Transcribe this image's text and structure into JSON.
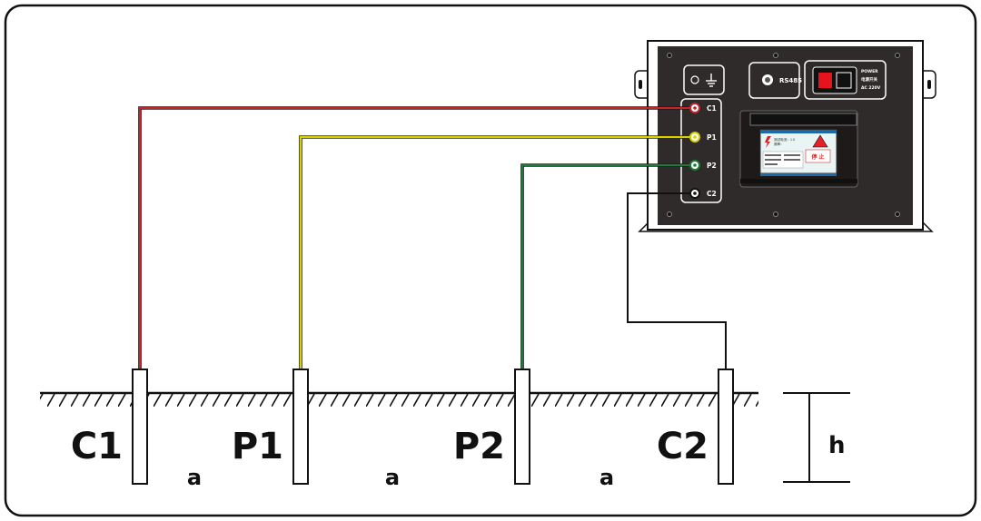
{
  "device": {
    "ports": [
      {
        "id": "C1",
        "label": "C1",
        "color": "#c0262d"
      },
      {
        "id": "P1",
        "label": "P1",
        "color": "#d8d000"
      },
      {
        "id": "P2",
        "label": "P2",
        "color": "#1f7a3a"
      },
      {
        "id": "C2",
        "label": "C2",
        "color": "#111111"
      }
    ],
    "rs485_label": "RS485",
    "power_lines": [
      "POWER",
      "电源开关",
      "AC 220V"
    ],
    "screen": {
      "line1": "测试电流：1.0",
      "line2": "频率：",
      "stop_label": "停 止"
    }
  },
  "electrodes": [
    {
      "id": "C1",
      "label": "C1"
    },
    {
      "id": "P1",
      "label": "P1"
    },
    {
      "id": "P2",
      "label": "P2"
    },
    {
      "id": "C2",
      "label": "C2"
    }
  ],
  "spacing_labels": [
    "a",
    "a",
    "a"
  ],
  "depth_label": "h",
  "colors": {
    "frame": "#111111",
    "panel": "#2f2b2b",
    "ground": "#111111"
  }
}
